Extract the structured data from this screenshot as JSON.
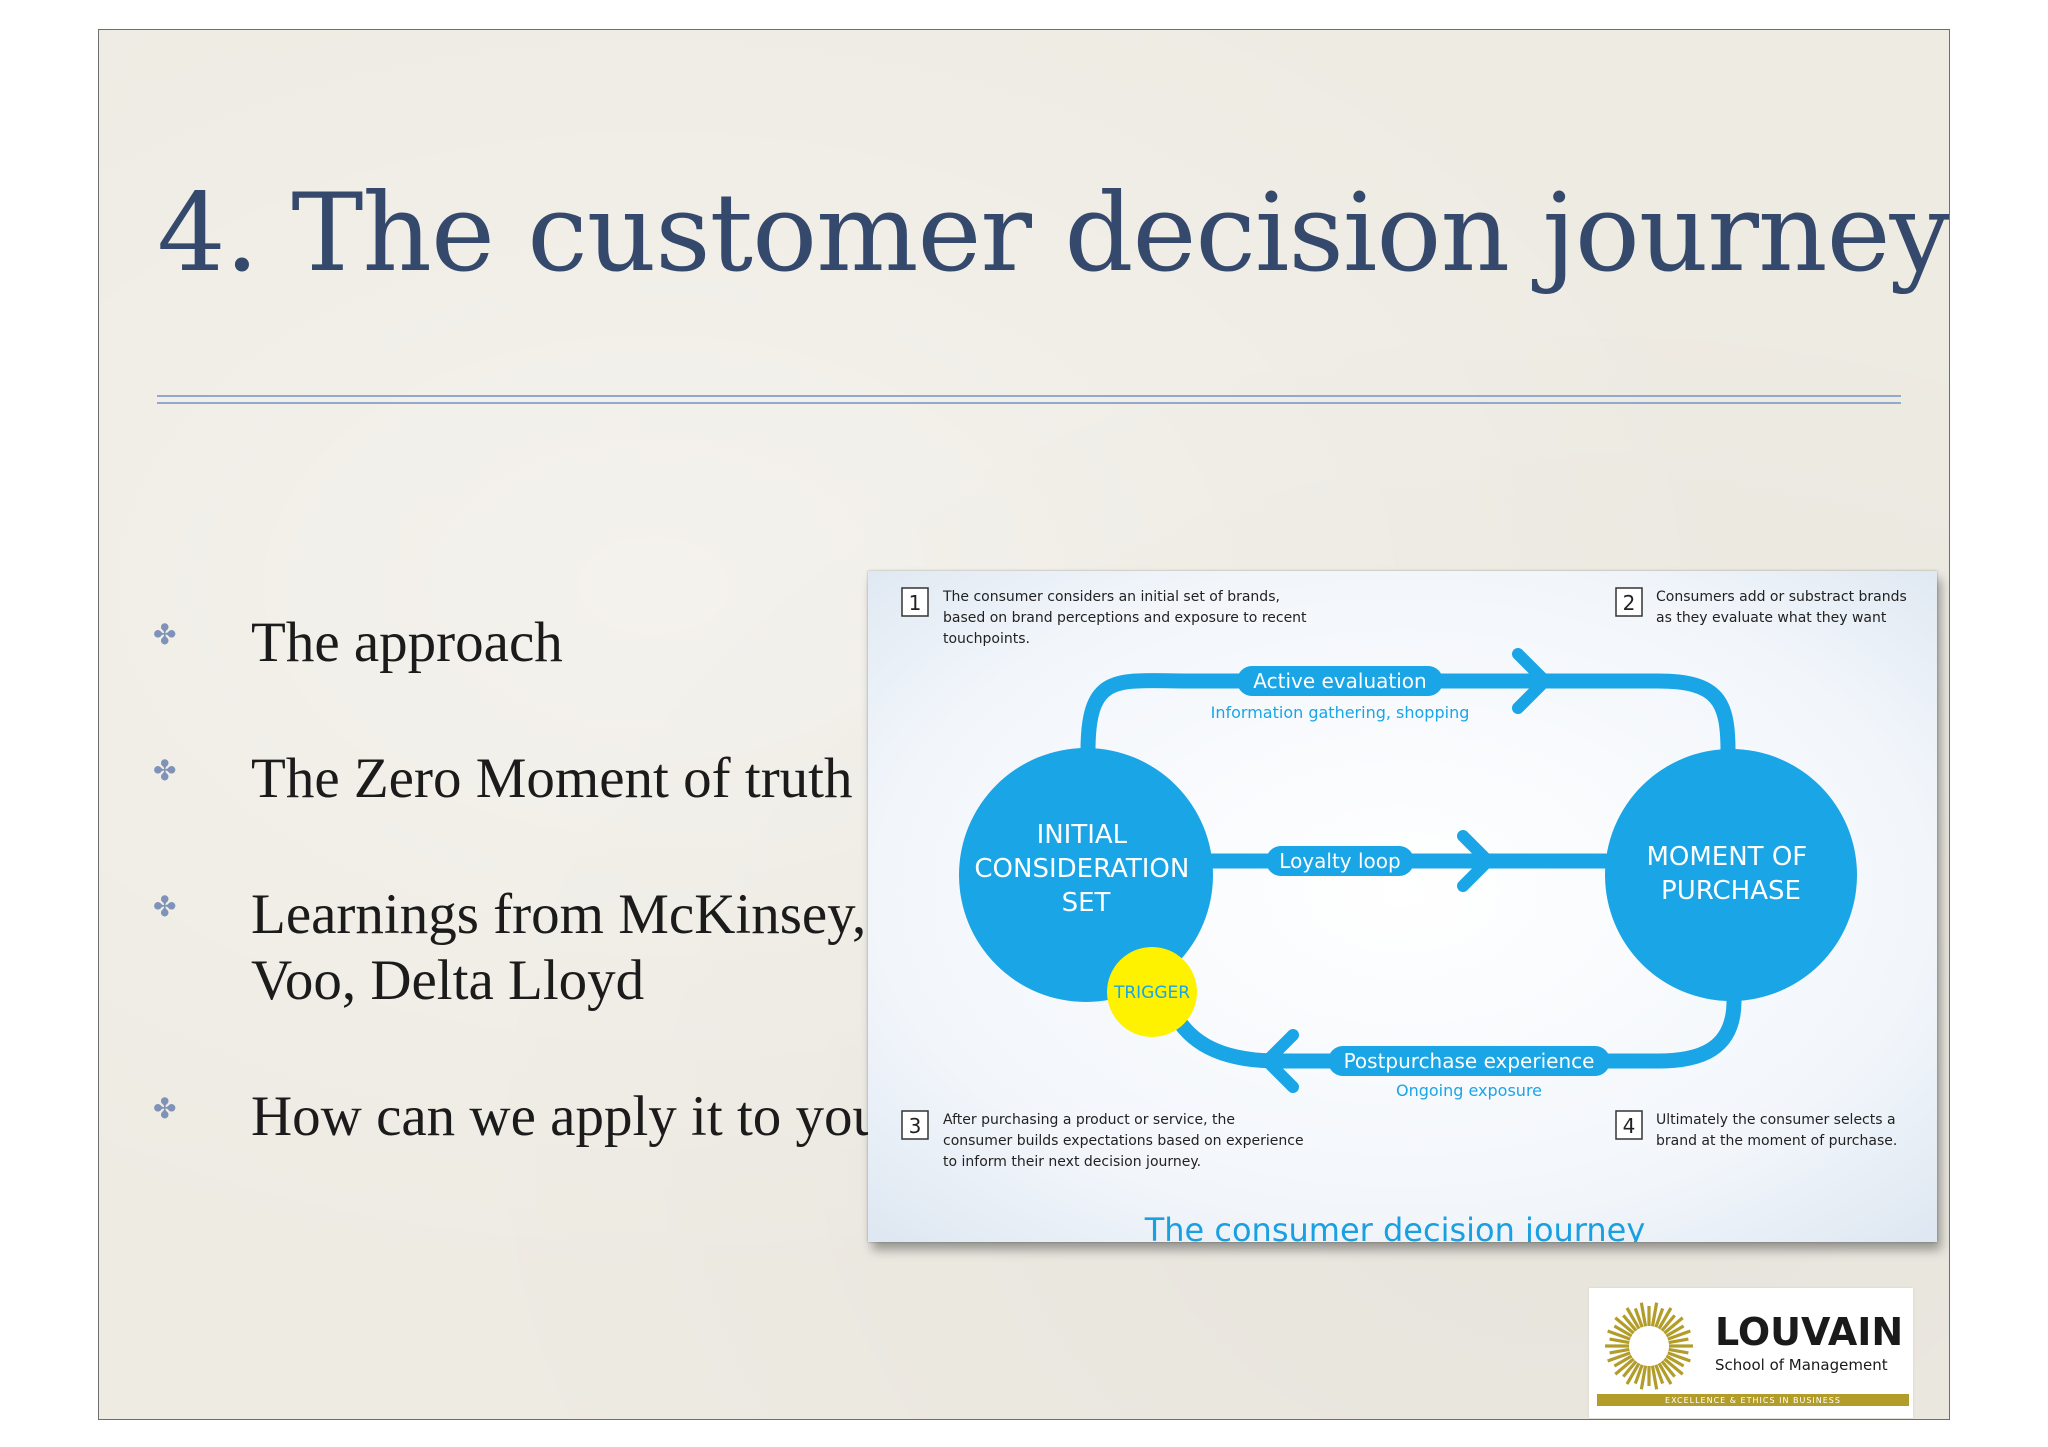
{
  "slide": {
    "title": "4. The customer decision journey",
    "bullets": [
      "The approach",
      "The Zero Moment of truth",
      "Learnings from McKinsey, Voo, Delta Lloyd",
      "How can we apply it to you ?"
    ],
    "bullet_icon": "four-point-star-icon"
  },
  "diagram": {
    "steps": [
      {
        "number": "1",
        "lines": [
          "The consumer considers an initial set of brands,",
          "based on brand perceptions and exposure to recent",
          "touchpoints."
        ]
      },
      {
        "number": "2",
        "lines": [
          "Consumers add or substract brands",
          "as they evaluate what they want"
        ]
      },
      {
        "number": "3",
        "lines": [
          "After purchasing a product or service, the",
          "consumer builds expectations based on experience",
          "to inform their next decision journey."
        ]
      },
      {
        "number": "4",
        "lines": [
          "Ultimately the consumer selects a",
          "brand at the moment of purchase."
        ]
      }
    ],
    "active_evaluation": "Active evaluation",
    "active_evaluation_sub": "Information gathering, shopping",
    "loyalty_loop": "Loyalty loop",
    "postpurchase": "Postpurchase experience",
    "postpurchase_sub": "Ongoing exposure",
    "initial_consideration": [
      "INITIAL",
      "CONSIDERATION",
      "SET"
    ],
    "moment_of_purchase": [
      "MOMENT OF",
      "PURCHASE"
    ],
    "trigger": "TRIGGER",
    "caption": "The consumer decision journey",
    "colors": {
      "blue": "#19a5e6",
      "yellow": "#fff200",
      "trigger_text": "#19a5e6",
      "caption": "#1aa0e0"
    }
  },
  "logo": {
    "name": "LOUVAIN",
    "subtitle": "School of Management",
    "tagline": "EXCELLENCE & ETHICS IN BUSINESS",
    "colors": {
      "gold": "#b39d2a",
      "text": "#1a1a1a"
    }
  }
}
